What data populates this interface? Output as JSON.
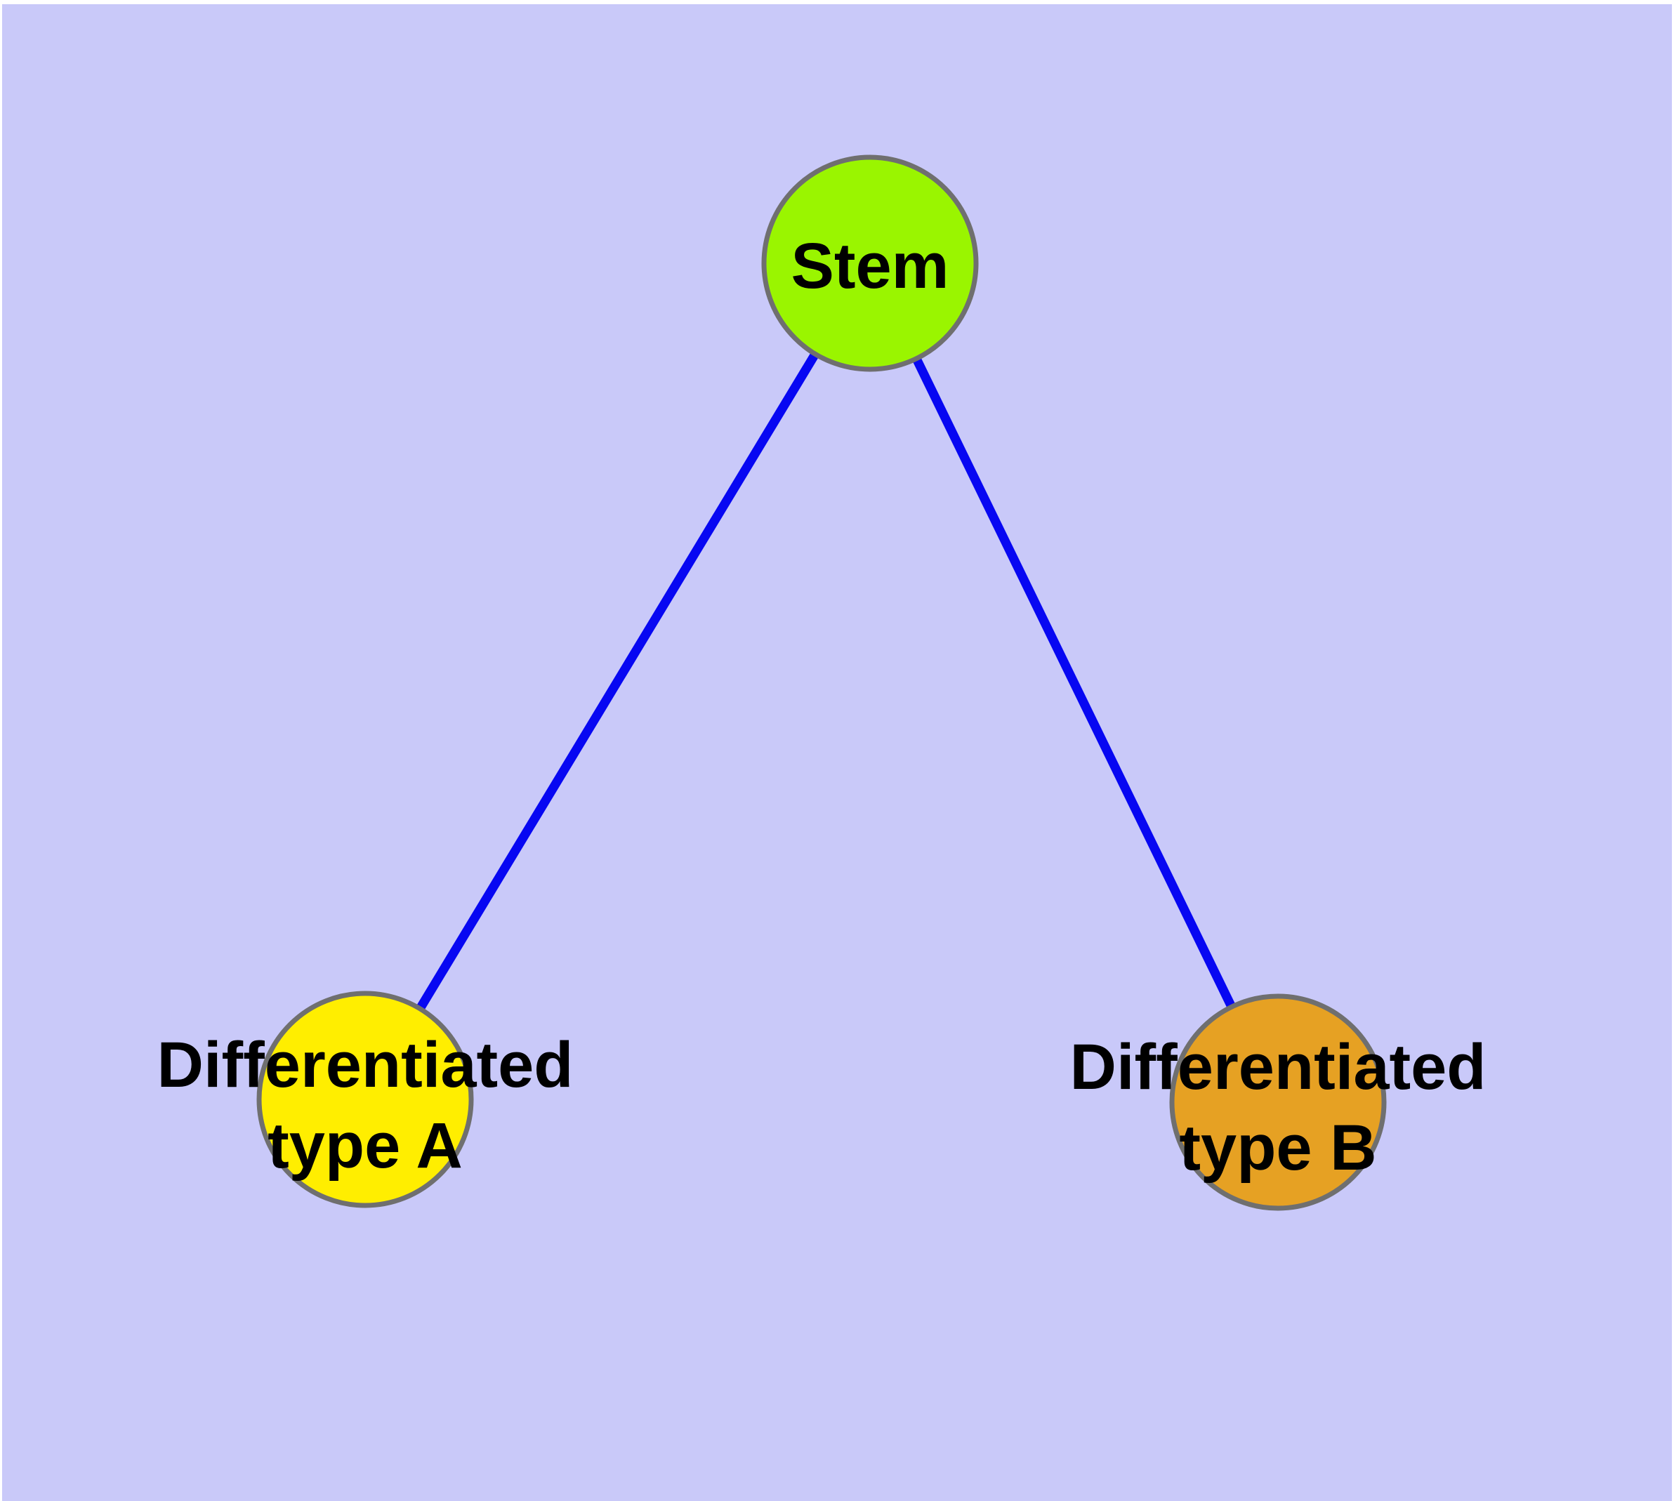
{
  "canvas": {
    "background": "#C9C9F9",
    "margin_color": "#FFFFFF"
  },
  "styles": {
    "edge_color": "#0707F2",
    "node_border_color": "#6F6F6F",
    "label_color": "#000000"
  },
  "nodes": {
    "stem": {
      "label": "Stem",
      "fill": "#9AF500"
    },
    "type_a": {
      "label_line1": "Differentiated",
      "label_line2": "type A",
      "fill": "#FFEE00"
    },
    "type_b": {
      "label_line1": "Differentiated",
      "label_line2": "type B",
      "fill": "#E6A123"
    }
  },
  "edges": [
    {
      "from": "Stem",
      "to": "Differentiated type A"
    },
    {
      "from": "Stem",
      "to": "Differentiated type B"
    }
  ]
}
